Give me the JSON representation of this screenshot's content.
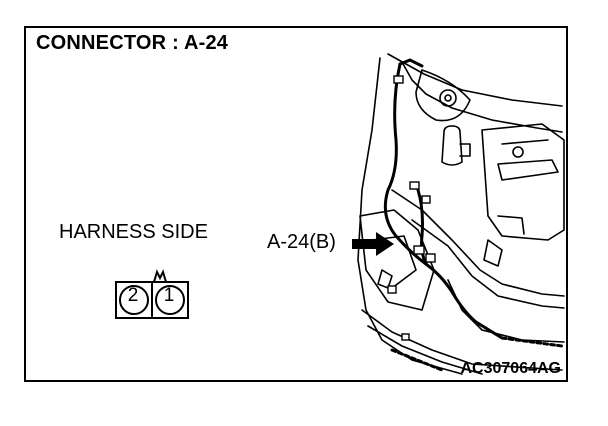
{
  "diagram": {
    "title": "CONNECTOR : A-24",
    "harness_label": "HARNESS SIDE",
    "callout_label": "A-24(B)",
    "figure_code": "AC307064AG",
    "connector_pins": [
      "2",
      "1"
    ]
  }
}
